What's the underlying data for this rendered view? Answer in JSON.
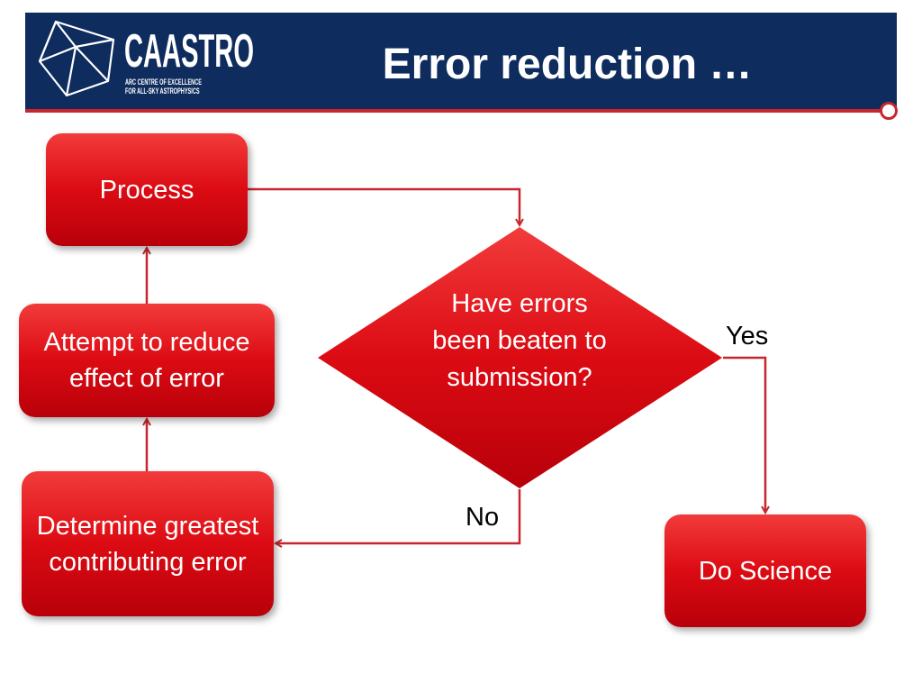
{
  "header": {
    "logo": {
      "wordmark": "CAASTRO",
      "tagline_line1": "ARC CENTRE OF EXCELLENCE",
      "tagline_line2": "FOR ALL-SKY ASTROPHYSICS"
    },
    "title": "Error reduction …"
  },
  "flowchart": {
    "process": "Process",
    "decision": "Have errors been beaten to submission?",
    "yes_label": "Yes",
    "no_label": "No",
    "determine": "Determine greatest contributing error",
    "attempt": "Attempt to reduce effect of error",
    "science": "Do Science"
  },
  "colors": {
    "header_bg": "#0f2c5e",
    "accent": "#c8262e",
    "node_fill": "#dc0b13",
    "node_text": "#ffffff"
  }
}
